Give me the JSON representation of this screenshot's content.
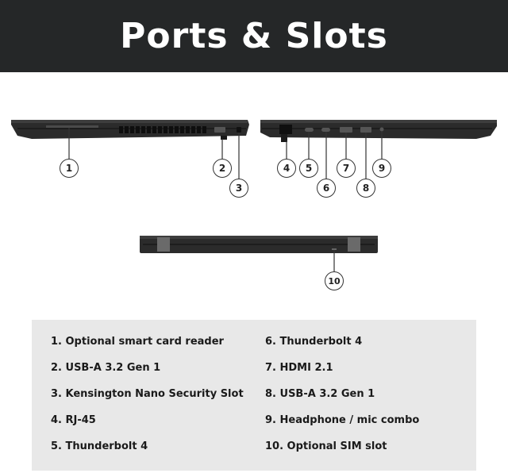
{
  "header": {
    "title": "Ports & Slots"
  },
  "callouts": [
    "1",
    "2",
    "3",
    "4",
    "5",
    "6",
    "7",
    "8",
    "9",
    "10"
  ],
  "legend": {
    "left": [
      "1. Optional smart card reader",
      "2. USB-A 3.2 Gen 1",
      "3. Kensington Nano Security Slot",
      "4. RJ-45",
      "5. Thunderbolt 4"
    ],
    "right": [
      "6. Thunderbolt 4",
      "7. HDMI 2.1",
      "8. USB-A 3.2 Gen 1",
      "9. Headphone / mic combo",
      "10. Optional SIM slot"
    ]
  }
}
